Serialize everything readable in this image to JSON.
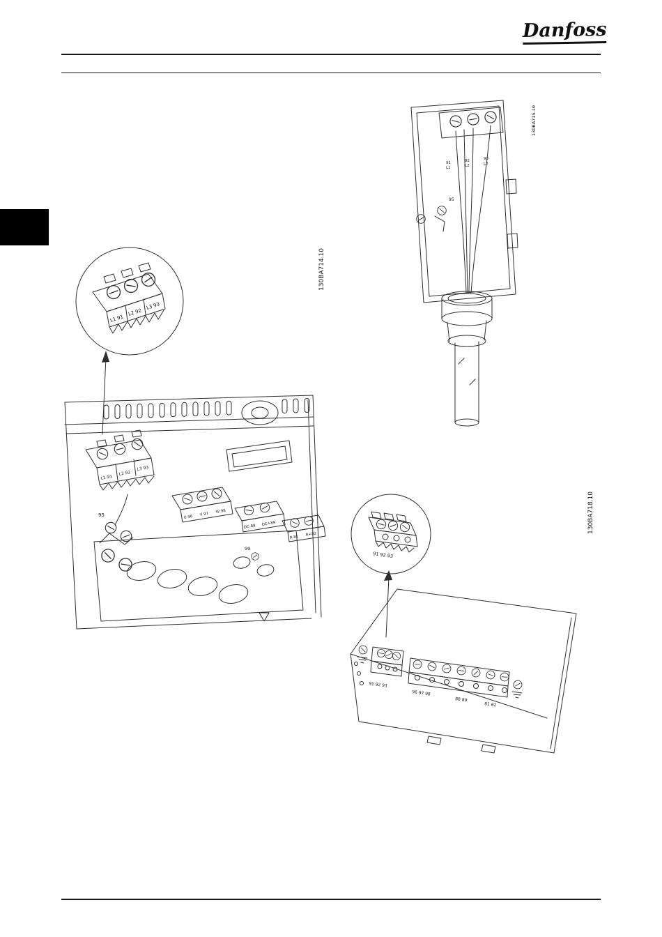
{
  "page": {
    "brand_logo": "Danfoss"
  },
  "colors": {
    "line": "#2e2e2e",
    "ink": "#111111"
  },
  "figures": {
    "top_right": {
      "code": "130BA715.10",
      "terminals": [
        {
          "num": "91",
          "phase": "L1"
        },
        {
          "num": "92",
          "phase": "L2"
        },
        {
          "num": "93",
          "phase": "L3"
        }
      ],
      "ground_terminal": "95"
    },
    "left": {
      "code": "130BA714.10",
      "callout_terminals": [
        "L1 91",
        "L2 92",
        "L3 93"
      ],
      "mains_terminals": [
        "L1 91",
        "L2 92",
        "L3 93"
      ],
      "ground_terminal": "95",
      "motor_terminals": [
        "U 96",
        "V 97",
        "W 98"
      ],
      "dc_terminals": [
        "DC-88",
        "DC+89"
      ],
      "brake_terminals": [
        "R-81",
        "R+82"
      ],
      "aux_terminal": "99"
    },
    "bottom_right": {
      "code": "130BA718.10",
      "callout_terminals": "91 92 93",
      "mains_terminals": "91 92 93",
      "terminal_groups": [
        "96 97 98",
        "88 89",
        "81 82"
      ]
    }
  }
}
